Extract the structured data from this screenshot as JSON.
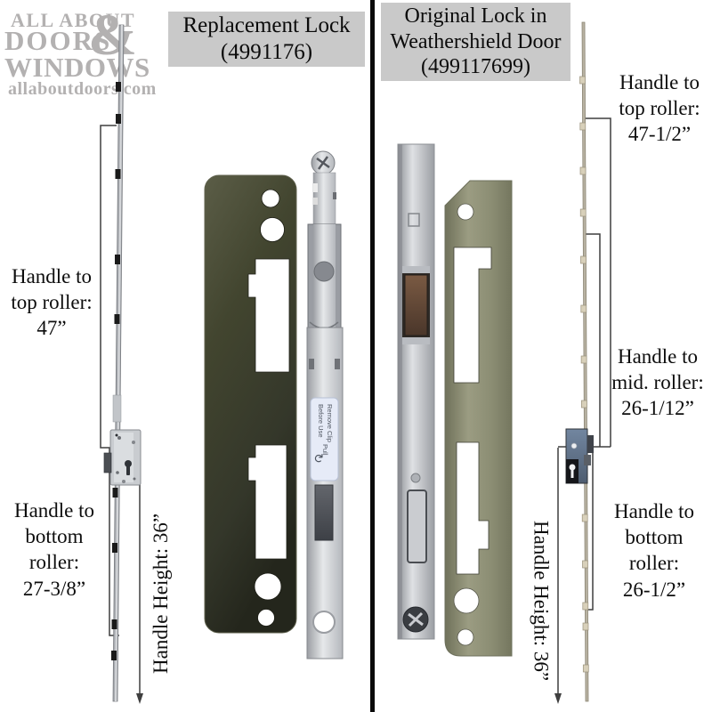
{
  "brand": {
    "name_line1": "ALL ABOUT",
    "name_line2": "DOORS",
    "ampersand": "&",
    "name_line3": "WINDOWS",
    "website": "allaboutdoors.com"
  },
  "left_panel": {
    "title_line1": "Replacement Lock",
    "title_line2": "(4991176)",
    "handle_to_top_roller": {
      "line1": "Handle to",
      "line2": "top roller:",
      "value": "47”"
    },
    "handle_to_bottom_roller": {
      "line1": "Handle to",
      "line2": "bottom",
      "line3": "roller:",
      "value": "27-3/8”"
    },
    "handle_height": "Handle Height: 36”",
    "clip_label": {
      "line1": "Remove Clip",
      "line2": "Before Use",
      "line3": "Pull",
      "icon": "↻"
    }
  },
  "right_panel": {
    "title_line1": "Original Lock in",
    "title_line2": "Weathershield Door",
    "title_line3": "(499117699)",
    "handle_to_top_roller": {
      "line1": "Handle to",
      "line2": "top roller:",
      "value": "47-1/2”"
    },
    "handle_to_mid_roller": {
      "line1": "Handle to",
      "line2": "mid. roller:",
      "value": "26-1/12”"
    },
    "handle_to_bottom_roller": {
      "line1": "Handle to",
      "line2": "bottom",
      "line3": "roller:",
      "value": "26-1/2”"
    },
    "handle_height": "Handle Height: 36”"
  },
  "colors": {
    "title_box_bg": "#c9c9c9",
    "logo_gray": "#b3b1b1",
    "divider": "#0a0a0a",
    "annotation_line": "#3f3f3f",
    "olive_plate": "#42452f",
    "nickel_plate": "#8f9177",
    "silver": "#c6c9ce"
  }
}
